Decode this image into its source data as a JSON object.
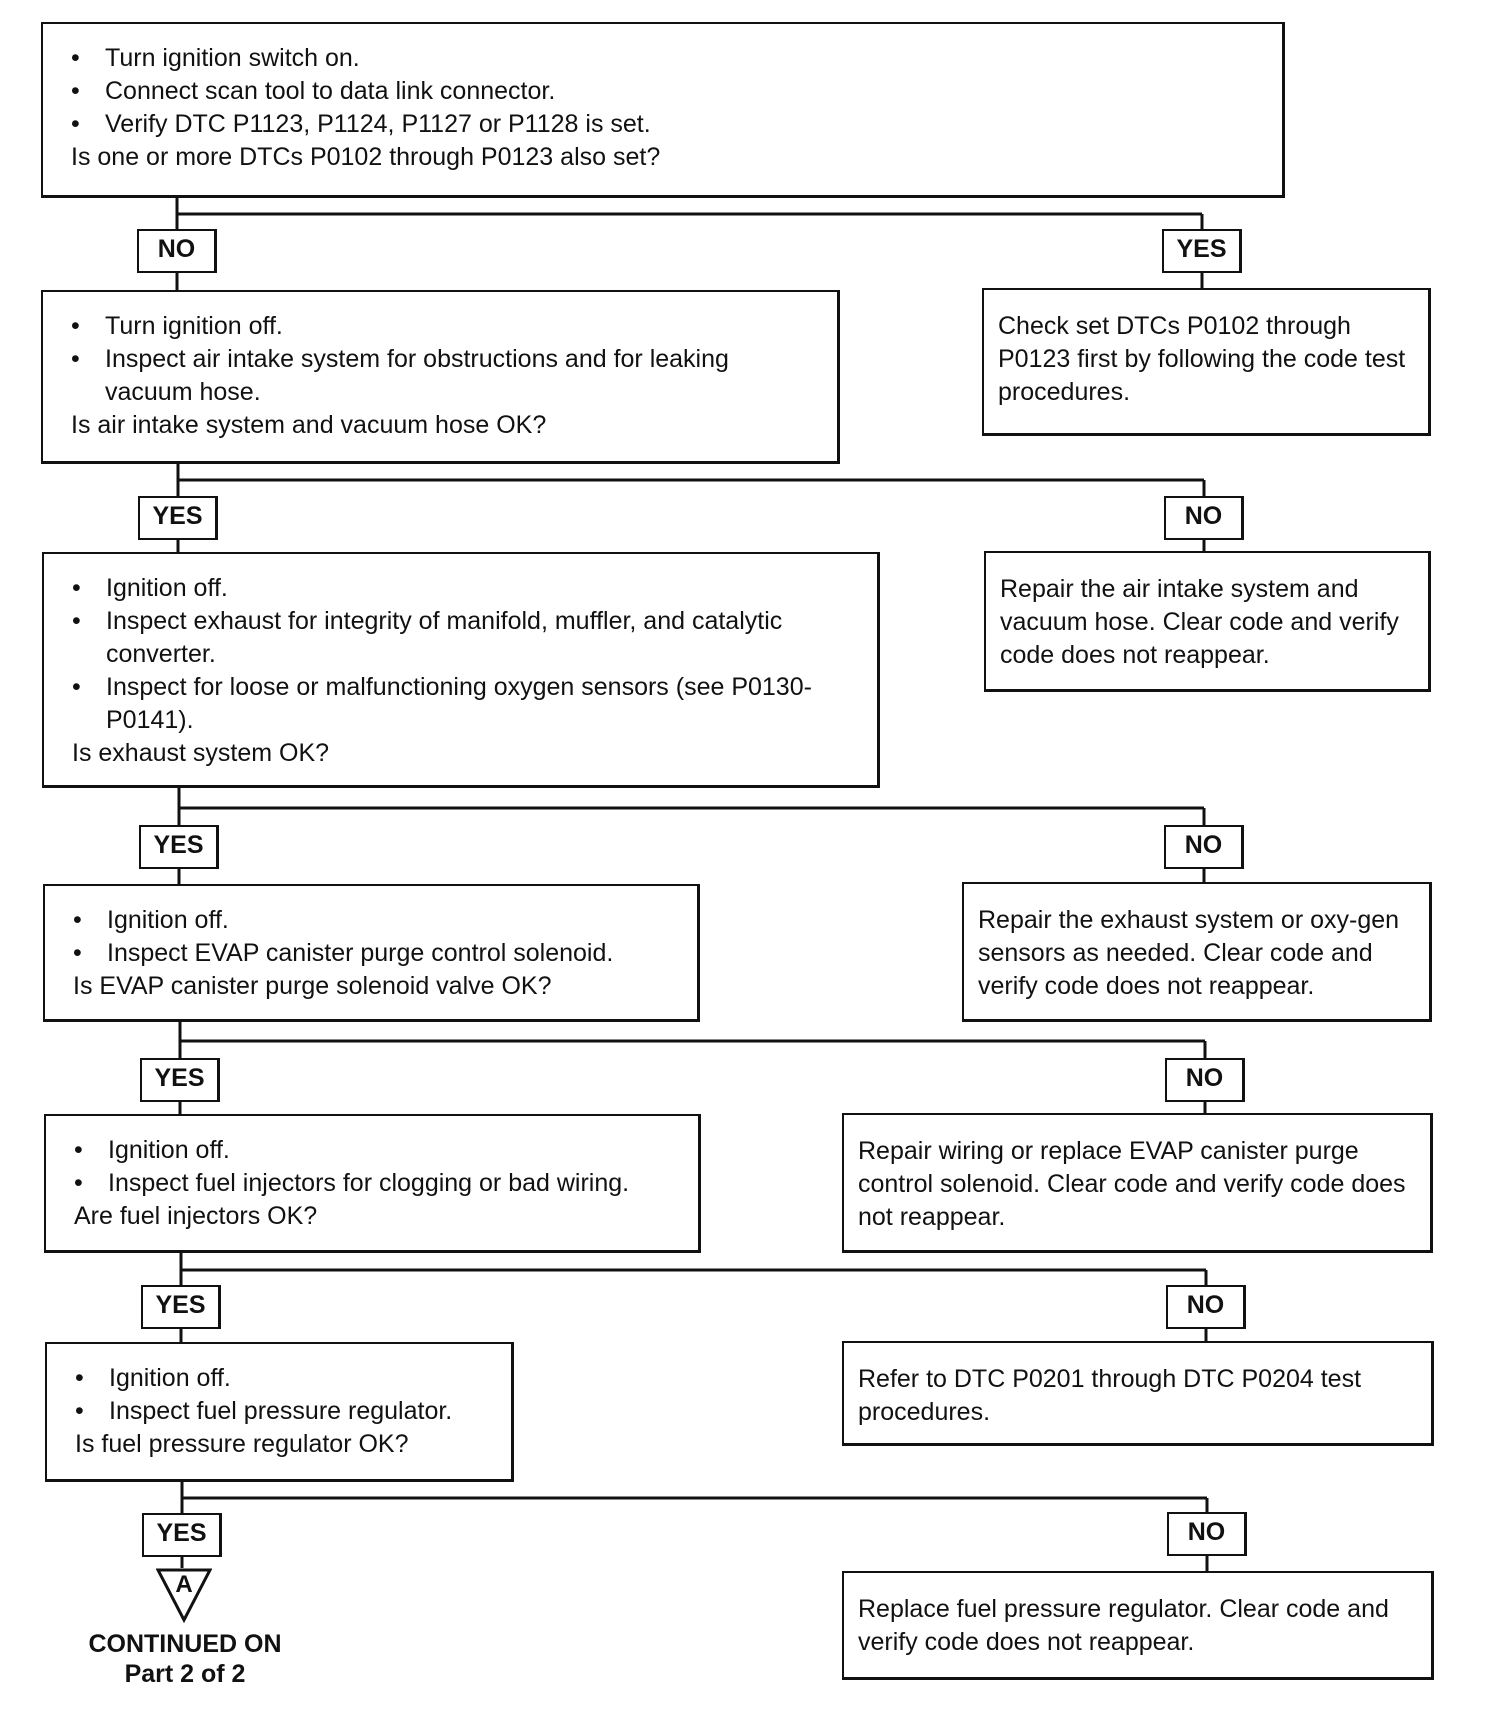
{
  "flowchart": {
    "step1": {
      "bullets": [
        "Turn ignition switch on.",
        "Connect scan tool to data link connector.",
        "Verify DTC P1123, P1124, P1127 or P1128 is set."
      ],
      "question": "Is one or more DTCs P0102 through P0123 also set?",
      "no_label": "NO",
      "yes_label": "YES",
      "yes_action": "Check set DTCs P0102 through P0123 first by following the code test procedures."
    },
    "step2": {
      "bullets": [
        "Turn ignition off.",
        "Inspect air intake system for obstructions and for leaking vacuum hose."
      ],
      "question": "Is air intake system and vacuum hose OK?",
      "yes_label": "YES",
      "no_label": "NO",
      "no_action": "Repair the air intake system and vacuum hose. Clear code and verify code does not reappear."
    },
    "step3": {
      "bullets": [
        "Ignition off.",
        "Inspect exhaust for integrity of manifold, muffler, and catalytic converter.",
        "Inspect for loose or malfunctioning oxygen sensors (see P0130-P0141)."
      ],
      "question": "Is exhaust system OK?",
      "yes_label": "YES",
      "no_label": "NO",
      "no_action": "Repair the exhaust system or oxy-gen sensors as needed. Clear code and verify code does not reappear."
    },
    "step4": {
      "bullets": [
        "Ignition off.",
        "Inspect EVAP canister purge control solenoid."
      ],
      "question": "Is EVAP canister purge solenoid valve OK?",
      "yes_label": "YES",
      "no_label": "NO",
      "no_action": "Repair wiring or replace EVAP canister purge control solenoid. Clear code and verify code does not reappear."
    },
    "step5": {
      "bullets": [
        "Ignition off.",
        "Inspect fuel injectors for clogging or bad wiring."
      ],
      "question": "Are fuel injectors OK?",
      "yes_label": "YES",
      "no_label": "NO",
      "no_action": "Refer to DTC P0201 through DTC P0204 test procedures."
    },
    "step6": {
      "bullets": [
        "Ignition off.",
        "Inspect fuel pressure regulator."
      ],
      "question": "Is fuel pressure regulator OK?",
      "yes_label": "YES",
      "no_label": "NO",
      "no_action": "Replace fuel pressure regulator. Clear code and verify code does not reappear."
    },
    "connector": {
      "letter": "A",
      "continued_line1": "CONTINUED ON",
      "continued_line2": "Part 2 of 2"
    }
  }
}
